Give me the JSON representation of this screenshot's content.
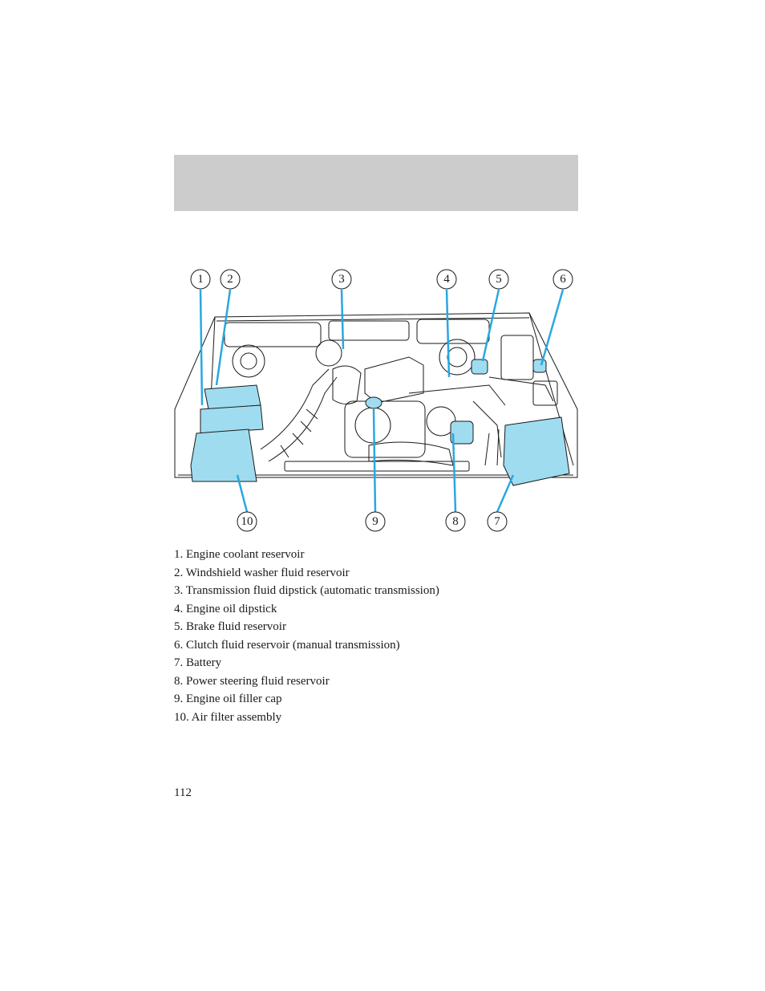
{
  "diagram": {
    "callouts": [
      "1",
      "2",
      "3",
      "4",
      "5",
      "6",
      "7",
      "8",
      "9",
      "10"
    ],
    "colors": {
      "highlight": "#9fdcf0",
      "leader": "#29a8e0",
      "line": "#1a1a1a"
    }
  },
  "legend": {
    "items": [
      "1. Engine coolant reservoir",
      "2. Windshield washer fluid reservoir",
      "3. Transmission fluid dipstick (automatic transmission)",
      "4. Engine oil dipstick",
      "5. Brake fluid reservoir",
      "6. Clutch fluid reservoir (manual transmission)",
      "7. Battery",
      "8. Power steering fluid reservoir",
      "9. Engine oil filler cap",
      "10. Air filter assembly"
    ]
  },
  "page": {
    "number": "112"
  }
}
